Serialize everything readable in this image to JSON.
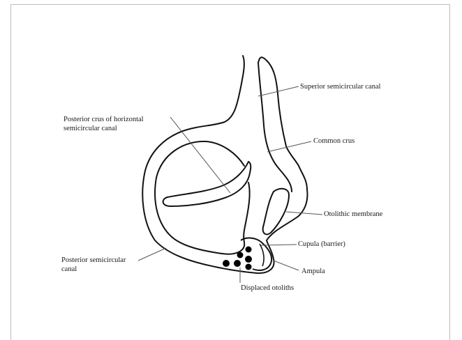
{
  "labels": {
    "superior_canal": "Superior semicircular canal",
    "common_crus": "Common crus",
    "posterior_crus_line1": "Posterior crus of horizontal",
    "posterior_crus_line2": "semicircular canal",
    "otolithic_membrane": "Otolithic membrane",
    "cupula": "Cupula (barrier)",
    "posterior_canal_line1": "Posterior semicircular",
    "posterior_canal_line2": "canal",
    "ampula": "Ampula",
    "displaced_otoliths": "Displaced otoliths"
  },
  "colors": {
    "stroke": "#111111",
    "leader": "#555555",
    "frame": "#bdbdbd"
  }
}
